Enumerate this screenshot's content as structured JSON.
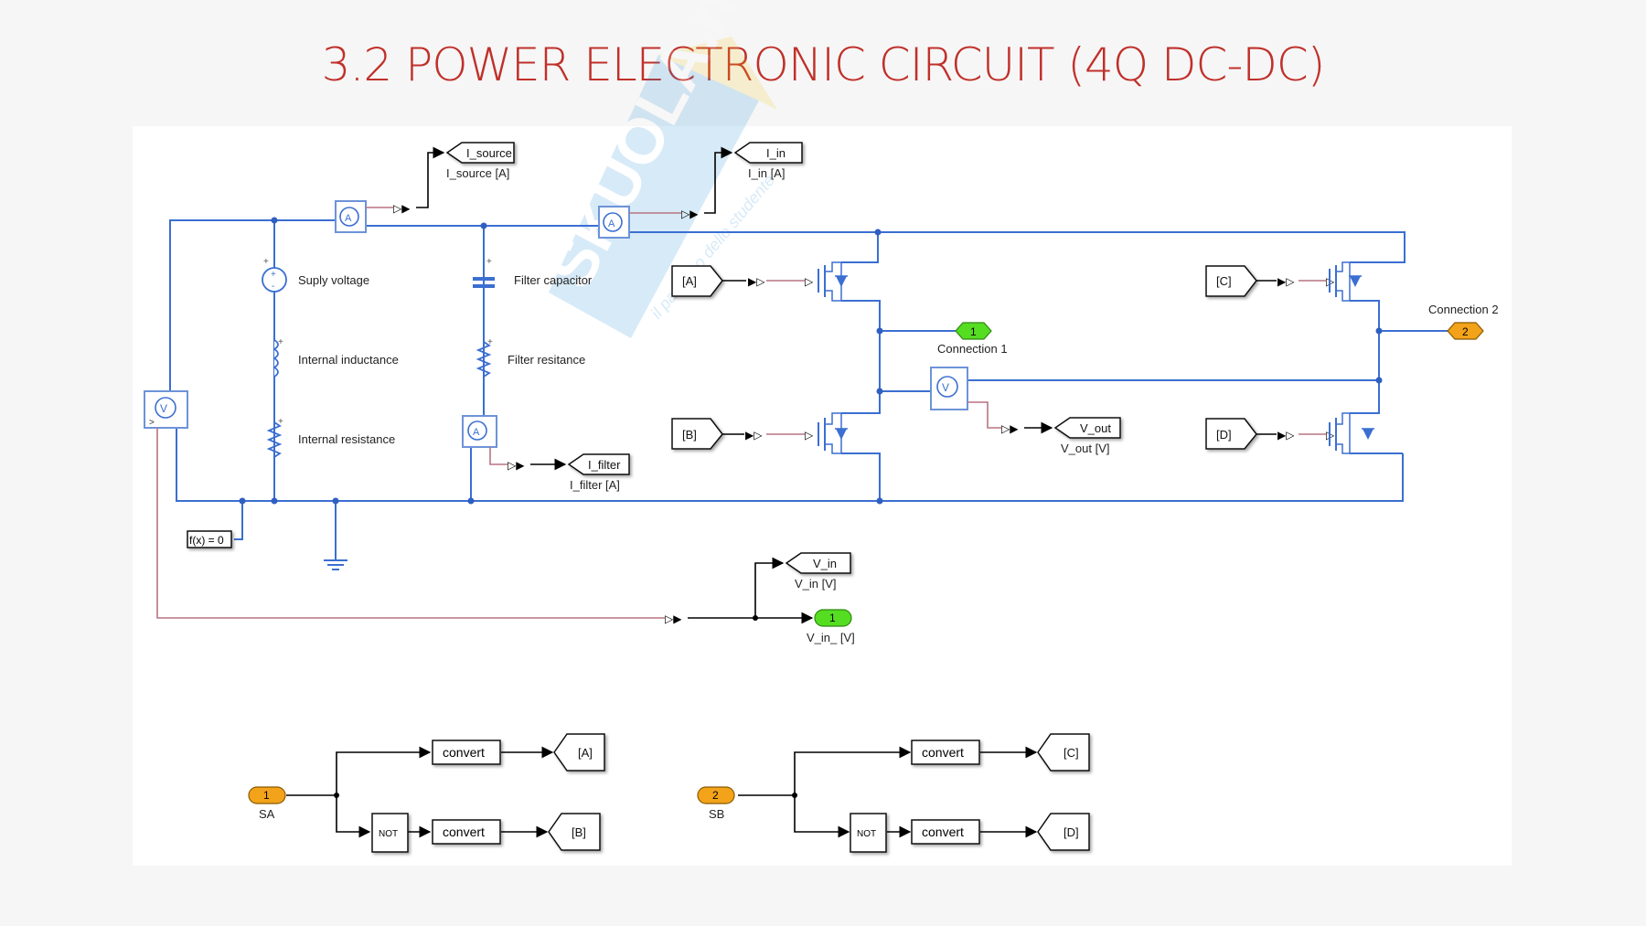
{
  "slide": {
    "title": "3.2 POWER ELECTRONIC CIRCUIT (4Q DC-DC)"
  },
  "watermark": {
    "brand": "SKUOLA.net",
    "tagline": "il paradiso dello studente",
    "colors": {
      "blue": "#2a8fd6",
      "yellow": "#f5c518"
    }
  },
  "diagram": {
    "source_components": {
      "supply_voltage": "Suply voltage",
      "internal_inductance": "Internal inductance",
      "internal_resistance": "Internal resistance",
      "filter_capacitor": "Filter capacitor",
      "filter_resistance": "Filter resitance",
      "solver_config": "f(x) = 0"
    },
    "sensors": {
      "current_source": {
        "symbol": "A",
        "tag": "I_source",
        "caption": "I_source [A]"
      },
      "current_in": {
        "symbol": "A",
        "tag": "I_in",
        "caption": "I_in [A]"
      },
      "current_filter": {
        "symbol": "A",
        "tag": "I_filter",
        "caption": "I_filter [A]"
      },
      "voltage_in": {
        "symbol": "V",
        "tag": "V_in",
        "caption": "V_in [V]"
      },
      "voltage_out": {
        "symbol": "V",
        "tag": "V_out",
        "caption": "V_out [V]"
      }
    },
    "gate_from_tags": [
      "[A]",
      "[B]",
      "[C]",
      "[D]"
    ],
    "outports": {
      "connection1": {
        "number": "1",
        "label": "Connection 1"
      },
      "connection2": {
        "number": "2",
        "label": "Connection 2"
      },
      "vin_out": {
        "number": "1",
        "label": "V_in_ [V]"
      }
    },
    "logic": {
      "inport_sa": {
        "number": "1",
        "label": "SA"
      },
      "inport_sb": {
        "number": "2",
        "label": "SB"
      },
      "convert_label": "convert",
      "not_label": "NOT",
      "goto_tags": [
        "[A]",
        "[B]",
        "[C]",
        "[D]"
      ]
    },
    "colors": {
      "electrical_wire": "#3b6fd1",
      "signal_wire": "#000000",
      "physical_signal": "#b87480",
      "inport": "#f3a31a",
      "outport": "#55dd22",
      "title": "#c0302a"
    }
  }
}
